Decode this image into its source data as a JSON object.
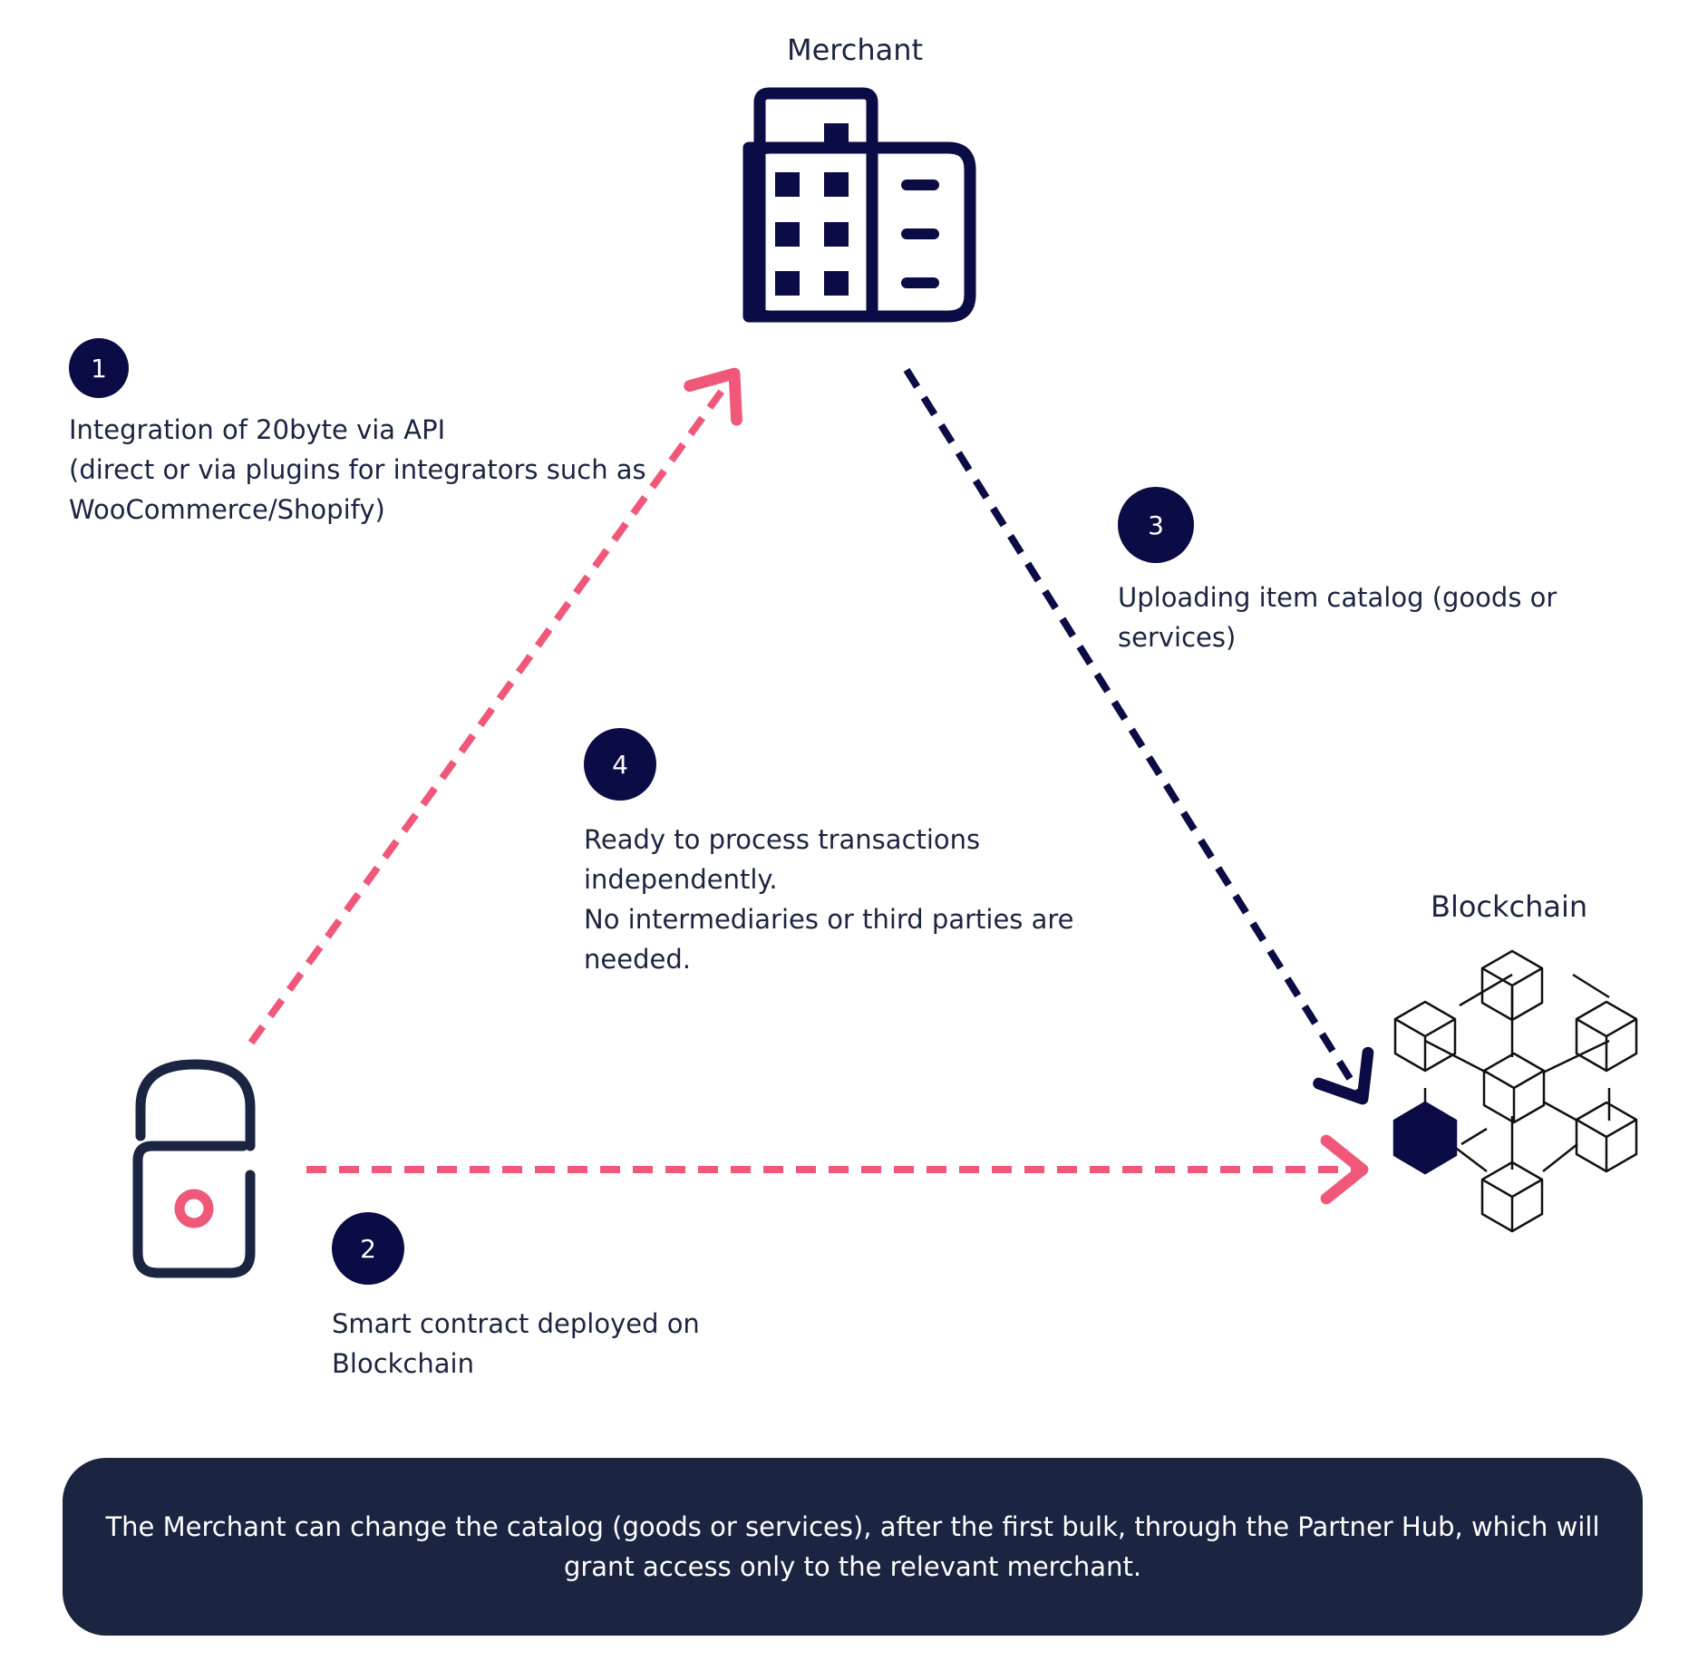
{
  "nodes": {
    "merchant": {
      "title": "Merchant"
    },
    "blockchain": {
      "title": "Blockchain"
    },
    "smart_contract": {
      "title": ""
    }
  },
  "steps": [
    {
      "number": "1",
      "lines": [
        "Integration of 20byte via API",
        "(direct or via plugins for integrators such as",
        "WooCommerce/Shopify)"
      ]
    },
    {
      "number": "2",
      "lines": [
        "Smart contract deployed on",
        "Blockchain"
      ]
    },
    {
      "number": "3",
      "lines": [
        "Uploading item catalog (goods or",
        "services)"
      ]
    },
    {
      "number": "4",
      "lines": [
        "Ready to process transactions",
        "independently.",
        "No intermediaries or third parties are",
        "needed."
      ]
    }
  ],
  "note": {
    "text": "The Merchant can change the catalog (goods or services), after the first bulk, through the Partner Hub, which will grant access only to the relevant merchant."
  },
  "icons": {
    "merchant": "office-building-icon",
    "blockchain": "blockchain-network-icon",
    "smart_contract": "open-padlock-icon"
  },
  "colors": {
    "navy": "#0b0b45",
    "text": "#1b2440",
    "pink_arrow": "#f0587a",
    "note_background": "#1b2440"
  }
}
